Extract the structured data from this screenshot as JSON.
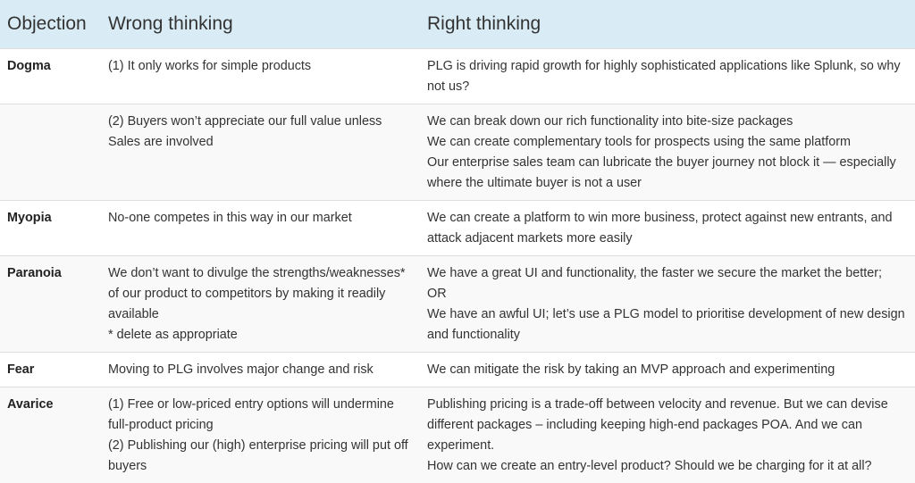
{
  "headers": {
    "objection": "Objection",
    "wrong": "Wrong thinking",
    "right": "Right thinking"
  },
  "rows": [
    {
      "objection": "Dogma",
      "wrong": [
        "(1) It only works for simple products"
      ],
      "right": [
        "PLG is driving rapid growth for highly sophisticated applications like Splunk, so why not us?"
      ]
    },
    {
      "objection": "",
      "wrong": [
        "(2) Buyers won’t appreciate our full value unless Sales are involved"
      ],
      "right": [
        "We can break down our rich functionality into bite-size packages",
        "We can create complementary tools for prospects using the same platform",
        "Our enterprise sales team can lubricate the buyer journey not block it — especially where the ultimate buyer is not a user"
      ]
    },
    {
      "objection": "Myopia",
      "wrong": [
        "No-one competes in this way in our market"
      ],
      "right": [
        "We can create a platform to win more business, protect against new entrants, and attack adjacent markets more easily"
      ]
    },
    {
      "objection": "Paranoia",
      "wrong": [
        "We don’t want to divulge the strengths/weaknesses* of our product to competitors by making it readily available",
        "* delete as appropriate"
      ],
      "right": [
        "We have a great UI and functionality, the faster we secure the market the better;",
        "OR",
        "We have an awful UI; let’s use a PLG model to prioritise development of new design and functionality"
      ]
    },
    {
      "objection": "Fear",
      "wrong": [
        "Moving to PLG involves major change and risk"
      ],
      "right": [
        "We can mitigate the risk by taking an MVP approach and experimenting"
      ]
    },
    {
      "objection": "Avarice",
      "wrong": [
        "(1) Free or low-priced entry options will undermine full-product pricing",
        "(2) Publishing our (high) enterprise pricing will put off buyers"
      ],
      "right": [
        "Publishing pricing is a trade-off between velocity and revenue. But we can devise different packages – including keeping high-end packages POA. And we can experiment.",
        "How can we create an entry-level product? Should we be charging for it at all?"
      ]
    }
  ]
}
